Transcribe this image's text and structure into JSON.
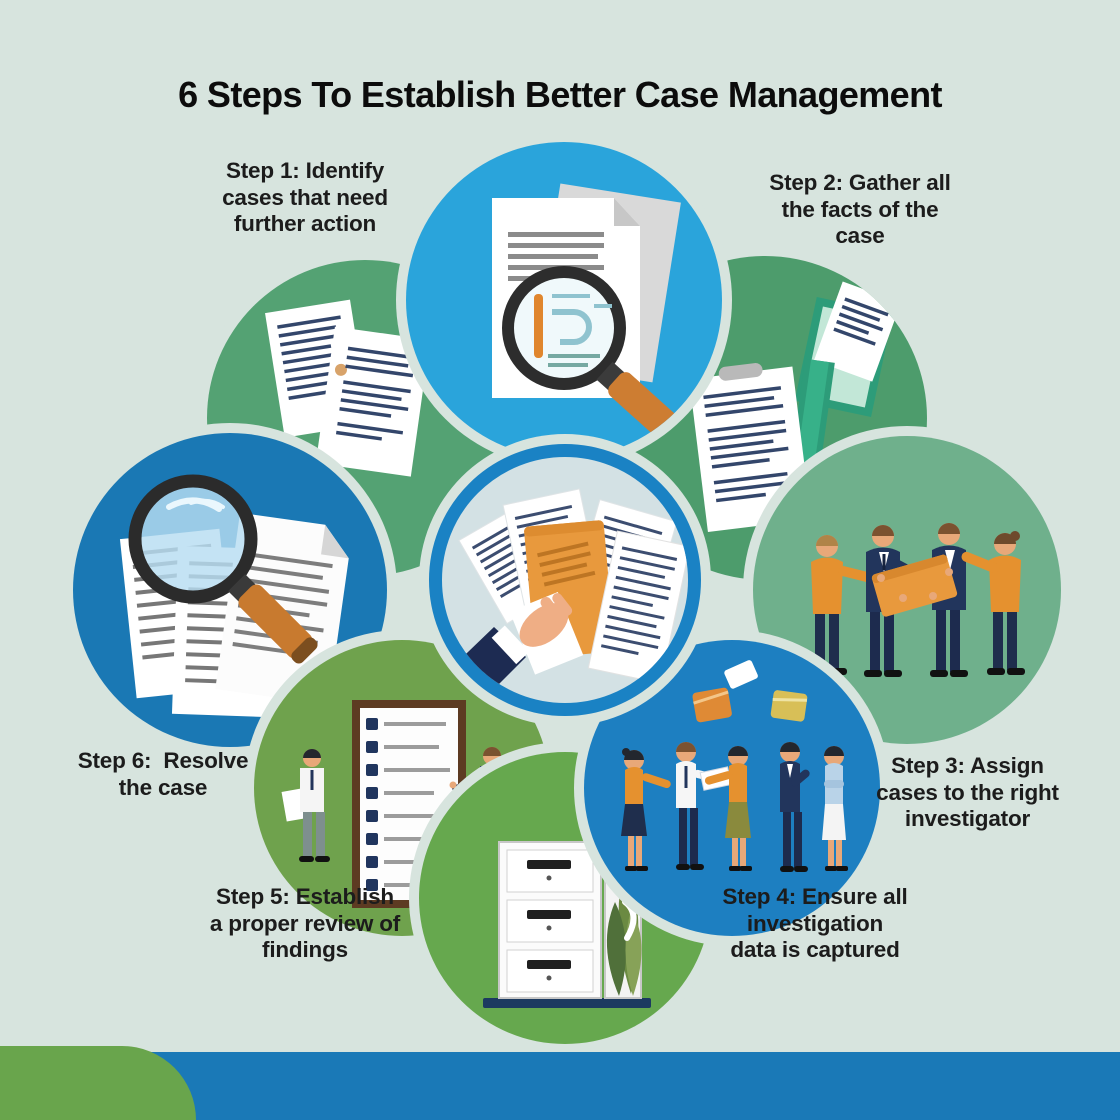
{
  "title": "6 Steps To Establish Better Case Management",
  "steps": [
    {
      "label": "Step 1: Identify cases that need further action",
      "lines": [
        "Step 1: Identify",
        "cases that need",
        "further action"
      ]
    },
    {
      "label": "Step 2: Gather all the facts of the case",
      "lines": [
        "Step 2: Gather all",
        "the facts of the",
        "case"
      ]
    },
    {
      "label": "Step 3: Assign cases to the right investigator",
      "lines": [
        "Step 3: Assign",
        "cases to the right",
        "investigator"
      ]
    },
    {
      "label": "Step 4: Ensure all investigation data is captured",
      "lines": [
        "Step 4: Ensure all",
        "investigation",
        "data is captured"
      ]
    },
    {
      "label": "Step 5: Establish a proper review of findings",
      "lines": [
        "Step 5: Establish",
        "a proper review of",
        "findings"
      ]
    },
    {
      "label": "Step 6:  Resolve the case",
      "lines": [
        "Step 6:  Resolve",
        "the case"
      ]
    }
  ],
  "icons": {
    "top_circle": "document-magnifier-icon",
    "top_left_petal": "papers-icon",
    "top_right_petal": "folder-documents-icon",
    "left_circle": "magnifier-documents-icon",
    "center_circle": "hand-holding-folder-icon",
    "right_circle": "team-folder-handoff-icon",
    "bottom_right_circle": "team-discussion-icon",
    "bottom_left_circle": "checklist-review-icon",
    "bottom_center_circle": "filing-cabinet-icon"
  },
  "palette": {
    "background": "#d7e4de",
    "top_circle_blue": "#2aa4db",
    "left_circle_blue": "#1a78b4",
    "bottom_right_circle_blue": "#1d7fc1",
    "petal_green": "#54a273",
    "right_circle_green": "#6fb08c",
    "olive_circle_green": "#6fa24d",
    "bottom_circle_green": "#66a84e",
    "center_ring_blue": "#1a82c4",
    "center_fill": "#d3e1e4",
    "folder_orange": "#e8993d",
    "accent_orange": "#e5912f",
    "navy": "#22355c",
    "title_color": "#0c0c0c",
    "bottom_bar_blue": "#1a79b7",
    "bottom_bar_green": "#69a54c"
  }
}
